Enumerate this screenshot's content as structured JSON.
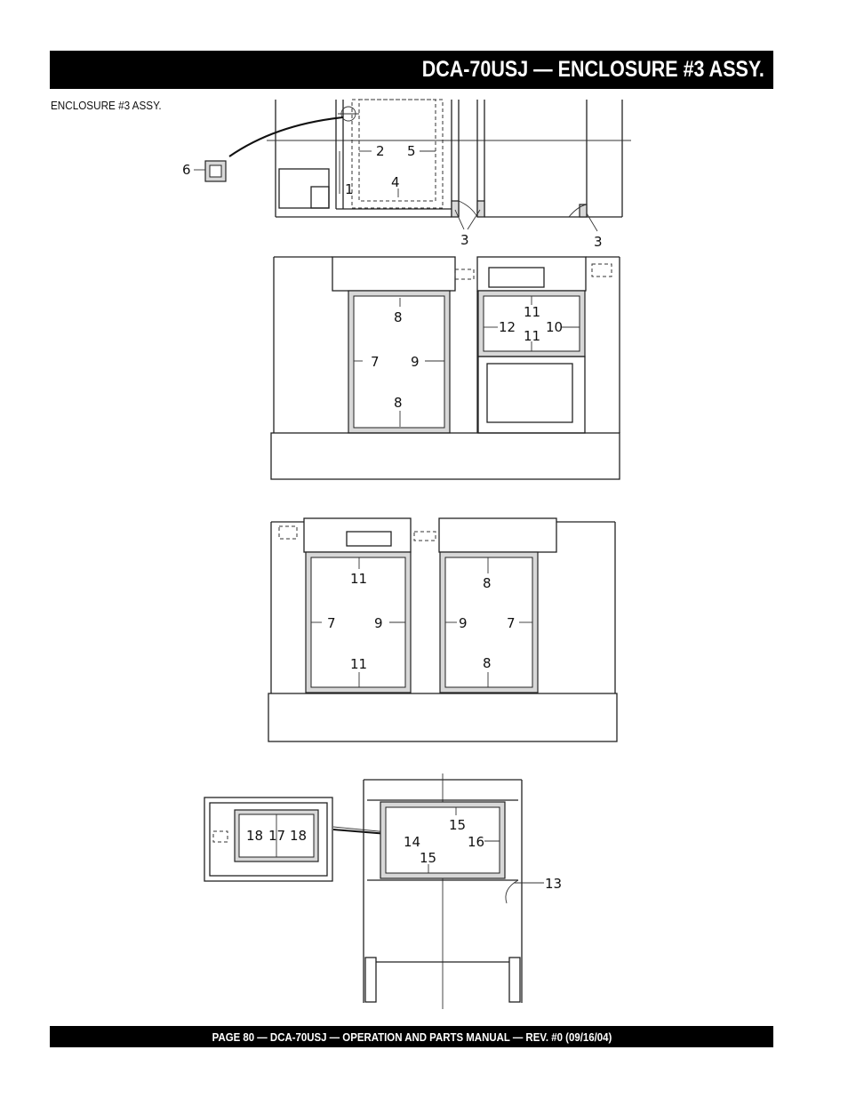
{
  "header": {
    "title": "DCA-70USJ — ENCLOSURE #3 ASSY."
  },
  "section": {
    "label": "ENCLOSURE #3 ASSY."
  },
  "footer": {
    "text": "PAGE 80 — DCA-70USJ —  OPERATION AND PARTS  MANUAL — REV. #0  (09/16/04)"
  },
  "callouts": {
    "c1": "1",
    "c2": "2",
    "c3a": "3",
    "c3b": "3",
    "c4": "4",
    "c5": "5",
    "c6": "6",
    "c7a": "7",
    "c7b": "7",
    "c7c": "7",
    "c8a": "8",
    "c8b": "8",
    "c8c": "8",
    "c8d": "8",
    "c9a": "9",
    "c9b": "9",
    "c9c": "9",
    "c10": "10",
    "c11a": "11",
    "c11b": "11",
    "c11c": "11",
    "c11d": "11",
    "c12": "12",
    "c13": "13",
    "c14": "14",
    "c15a": "15",
    "c15b": "15",
    "c16": "16",
    "c17": "17",
    "c18a": "18",
    "c18b": "18"
  }
}
